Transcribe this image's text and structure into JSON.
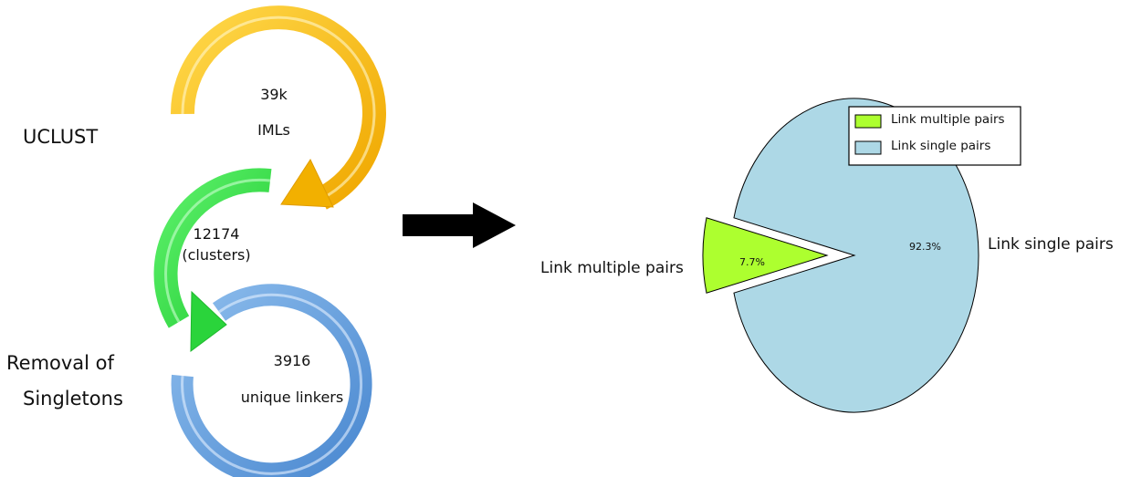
{
  "flow": {
    "step_labels": {
      "uclust": "UCLUST",
      "removal_line1": "Removal of",
      "removal_line2": "Singletons"
    },
    "rings": [
      {
        "value": "39k",
        "caption": "IMLs",
        "color": "#f5b712"
      },
      {
        "value": "12174",
        "caption": "(clusters)",
        "color": "#33dd44"
      },
      {
        "value": "3916",
        "caption": "unique linkers",
        "color": "#5f9bdc"
      }
    ]
  },
  "chart_data": {
    "type": "pie",
    "title": "",
    "slices": [
      {
        "label": "Link multiple pairs",
        "value": 7.7,
        "pct_label": "7.7%",
        "color": "#adff2f",
        "exploded": true
      },
      {
        "label": "Link single pairs",
        "value": 92.3,
        "pct_label": "92.3%",
        "color": "#add8e6",
        "exploded": false
      }
    ],
    "legend": {
      "position": "top-right",
      "entries": [
        "Link multiple pairs",
        "Link single pairs"
      ]
    }
  }
}
